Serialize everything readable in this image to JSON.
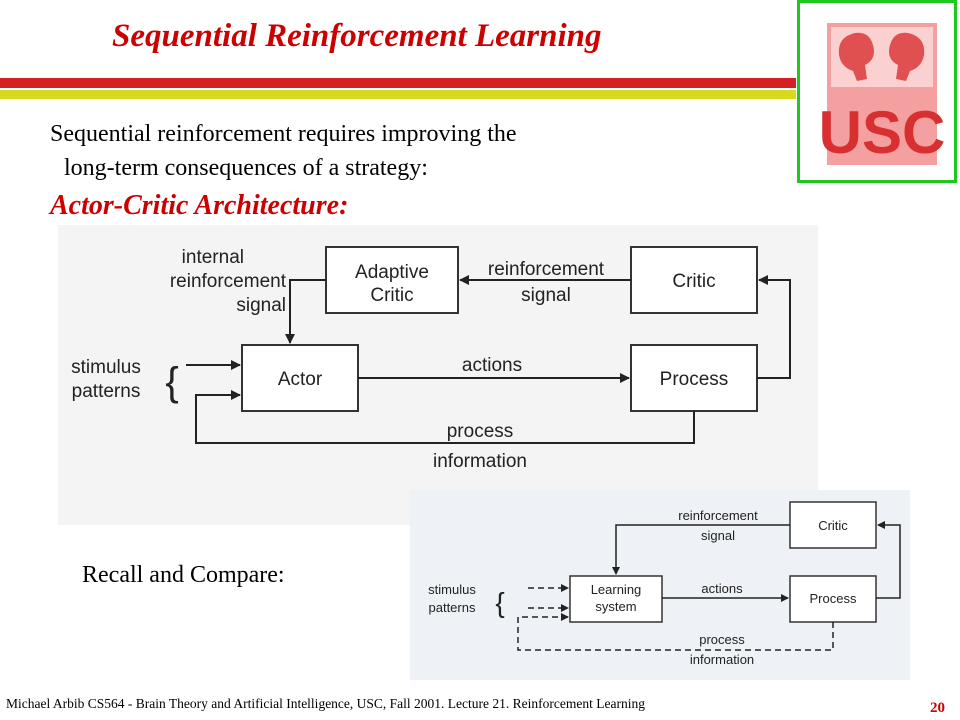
{
  "slide": {
    "title": "Sequential  Reinforcement  Learning",
    "intro_line1": "Sequential reinforcement requires improving the",
    "intro_line2": "long-term consequences of a strategy:",
    "subhead": "Actor-Critic Architecture:",
    "recall": "Recall and Compare:",
    "footer": "Michael Arbib CS564 - Brain Theory and Artificial Intelligence,  USC, Fall 2001. Lecture 21. Reinforcement Learning",
    "page_number": "20",
    "logo_text": "USC",
    "colors": {
      "title": "#cc0000",
      "bar_red": "#d42020",
      "bar_yellow": "#d8d820",
      "logo_border": "#1ec81e",
      "logo": "#f08080"
    }
  },
  "diagram1": {
    "adaptive_critic_l1": "Adaptive",
    "adaptive_critic_l2": "Critic",
    "critic": "Critic",
    "actor": "Actor",
    "process": "Process",
    "internal_l1": "internal",
    "internal_l2": "reinforcement",
    "internal_l3": "signal",
    "reinf_l1": "reinforcement",
    "reinf_l2": "signal",
    "stim_l1": "stimulus",
    "stim_l2": "patterns",
    "actions": "actions",
    "procinfo_l1": "process",
    "procinfo_l2": "information"
  },
  "diagram2": {
    "reinf_l1": "reinforcement",
    "reinf_l2": "signal",
    "critic": "Critic",
    "learning_l1": "Learning",
    "learning_l2": "system",
    "process": "Process",
    "stim_l1": "stimulus",
    "stim_l2": "patterns",
    "actions": "actions",
    "procinfo_l1": "process",
    "procinfo_l2": "information"
  }
}
